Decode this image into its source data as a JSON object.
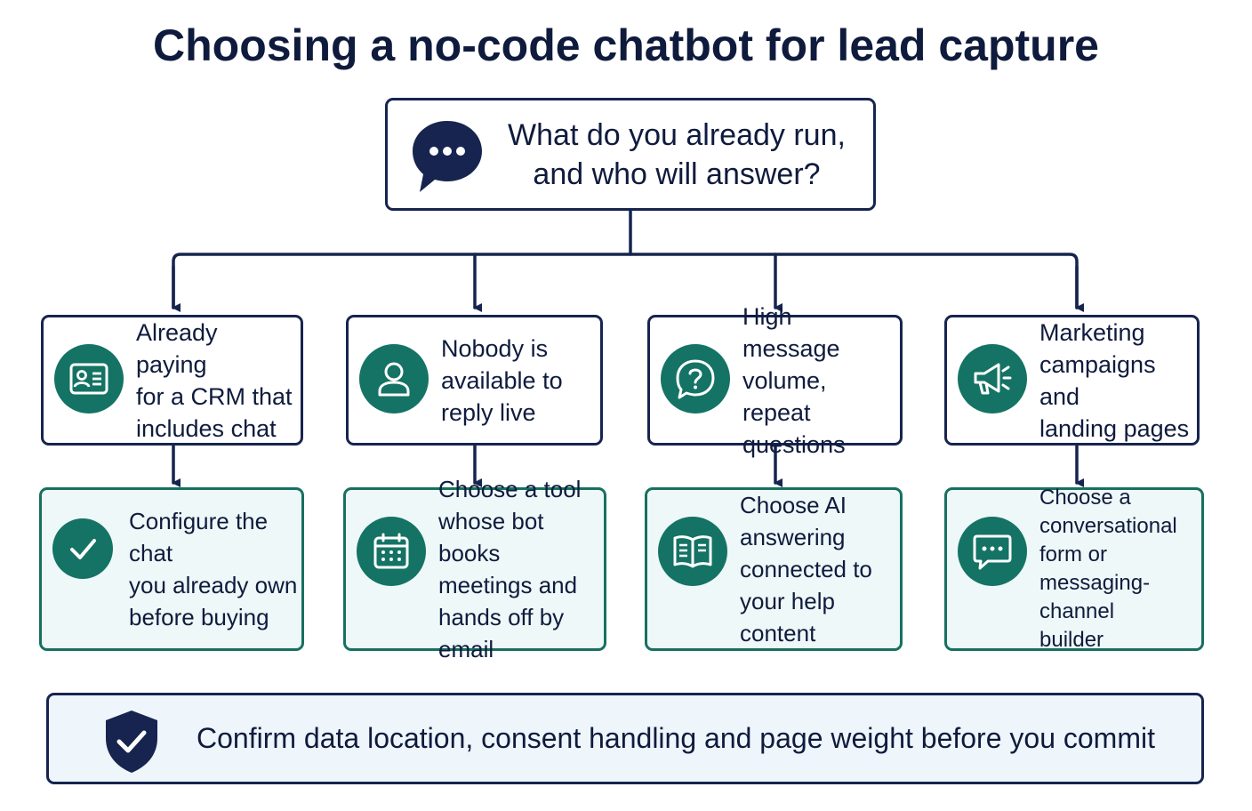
{
  "title": "Choosing a no-code chatbot for lead capture",
  "root": {
    "question": "What do you already run,\nand who will answer?",
    "icon": "chat-bubble-icon"
  },
  "branches": [
    {
      "condition": "Already paying\nfor a CRM that\nincludes chat",
      "condition_icon": "contact-card-icon",
      "outcome": "Configure the chat\nyou already own\nbefore buying",
      "outcome_icon": "checkmark-icon"
    },
    {
      "condition": "Nobody is\navailable to\nreply live",
      "condition_icon": "person-icon",
      "outcome": "Choose a tool\nwhose bot books\nmeetings and\nhands off by email",
      "outcome_icon": "calendar-icon"
    },
    {
      "condition": "High message\nvolume, repeat\nquestions",
      "condition_icon": "question-bubble-icon",
      "outcome": "Choose AI\nanswering\nconnected to\nyour help content",
      "outcome_icon": "open-book-icon"
    },
    {
      "condition": "Marketing\ncampaigns and\nlanding pages",
      "condition_icon": "megaphone-icon",
      "outcome": "Choose a\nconversational\nform or\nmessaging-channel\nbuilder",
      "outcome_icon": "chat-square-icon"
    }
  ],
  "footer": {
    "text": "Confirm data location, consent handling and page weight before you commit",
    "icon": "shield-check-icon"
  },
  "colors": {
    "navy": "#16244f",
    "teal": "#147364",
    "outcome_fill": "#eef8f8",
    "footer_fill": "#eef5fb"
  }
}
